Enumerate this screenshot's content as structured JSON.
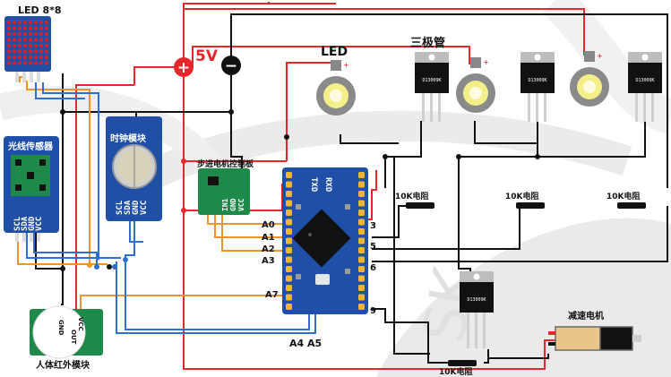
{
  "labels": {
    "led_matrix": "LED 8*8",
    "light_sensor": "光线传感器",
    "clock_module": "时钟模块",
    "stepper_driver": "步进电机控制板",
    "pir_module": "人体红外模块",
    "power_voltage": "5V",
    "plus_sign": "+",
    "minus_sign": "−",
    "led": "LED",
    "transistor_group": "三极管",
    "gear_motor": "减速电机",
    "resistor": "10K电阻",
    "i2c_pins": "A4 A5",
    "transistor_part": "D13009K"
  },
  "pins": {
    "sensor": [
      "VCC",
      "GND",
      "SDA",
      "SCL"
    ],
    "clock": [
      "VCC",
      "GND",
      "SDA",
      "SCL"
    ],
    "driver": [
      "VCC",
      "GND",
      "IN1"
    ],
    "pir": [
      "GND",
      "VCC",
      "OUT"
    ],
    "board": [
      "TXD",
      "RXD"
    ]
  },
  "arduino_pins": [
    "A0",
    "A1",
    "A2",
    "A3",
    "A7",
    "3",
    "5",
    "6",
    "9"
  ],
  "watermark": "SK",
  "colors": {
    "wire_red": "#e8262b",
    "wire_black": "#111111",
    "wire_orange": "#f0932b",
    "wire_blue": "#2e6fd1",
    "pcb_green": "#1e8a4a",
    "pcb_blue": "#1f4fa6",
    "led_red": "#e02020"
  }
}
